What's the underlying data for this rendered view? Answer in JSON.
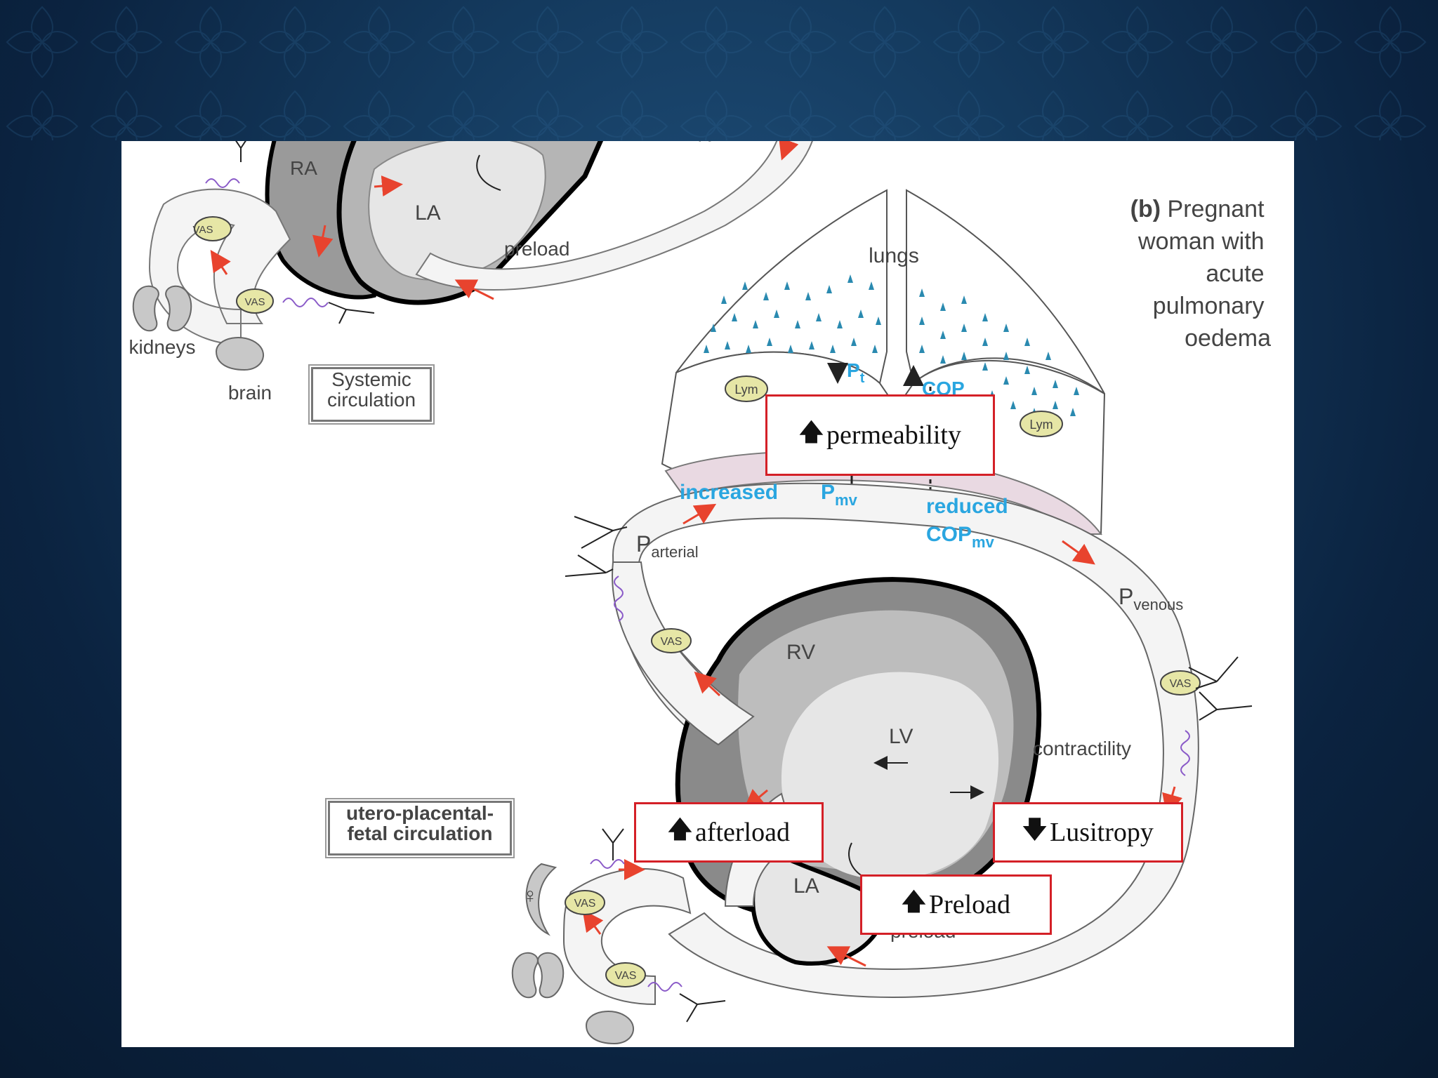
{
  "figure": {
    "panel_title": {
      "tag": "(b)",
      "lines": [
        "Pregnant",
        "woman with",
        "acute",
        "pulmonary",
        "oedema"
      ]
    },
    "labels": {
      "la_top": "LA",
      "ra_top": "RA",
      "afterload_top": "afterload",
      "lusitropy_top": "lusitropy",
      "preload_top": "preload",
      "kidneys": "kidneys",
      "brain": "brain",
      "lungs": "lungs",
      "pt": "P",
      "pt_sub": "t",
      "cop": "COP",
      "increased": "increased",
      "pmv": "P",
      "pmv_sub": "mv",
      "reduced": "reduced",
      "copmv": "COP",
      "copmv_sub": "mv",
      "parterial": "P",
      "parterial_sub": "arterial",
      "pvenous": "P",
      "pvenous_sub": "venous",
      "rv": "RV",
      "lv": "LV",
      "la_bottom": "LA",
      "contractility": "contractility",
      "preload_bottom": "preload",
      "vas": "VAS",
      "lym": "Lym",
      "female_symbol": "♀"
    },
    "systemic_box": [
      "Systemic",
      "circulation"
    ],
    "utero_box": [
      "utero-placental-",
      "fetal circulation"
    ]
  },
  "callouts": {
    "permeability": {
      "arrow": "🡅",
      "text": "permeability"
    },
    "afterload": {
      "arrow": "🡅",
      "text": "afterload"
    },
    "lusitropy": {
      "arrow": "🡇",
      "text": "Lusitropy"
    },
    "preload": {
      "arrow": "🡅",
      "text": " Preload"
    }
  },
  "colors": {
    "callout_border": "#d42027",
    "flow_arrow": "#e8432e",
    "fluid": "#2aa6e0",
    "vas_fill": "#e6e6a6",
    "muscle": "#8a8a8a"
  }
}
